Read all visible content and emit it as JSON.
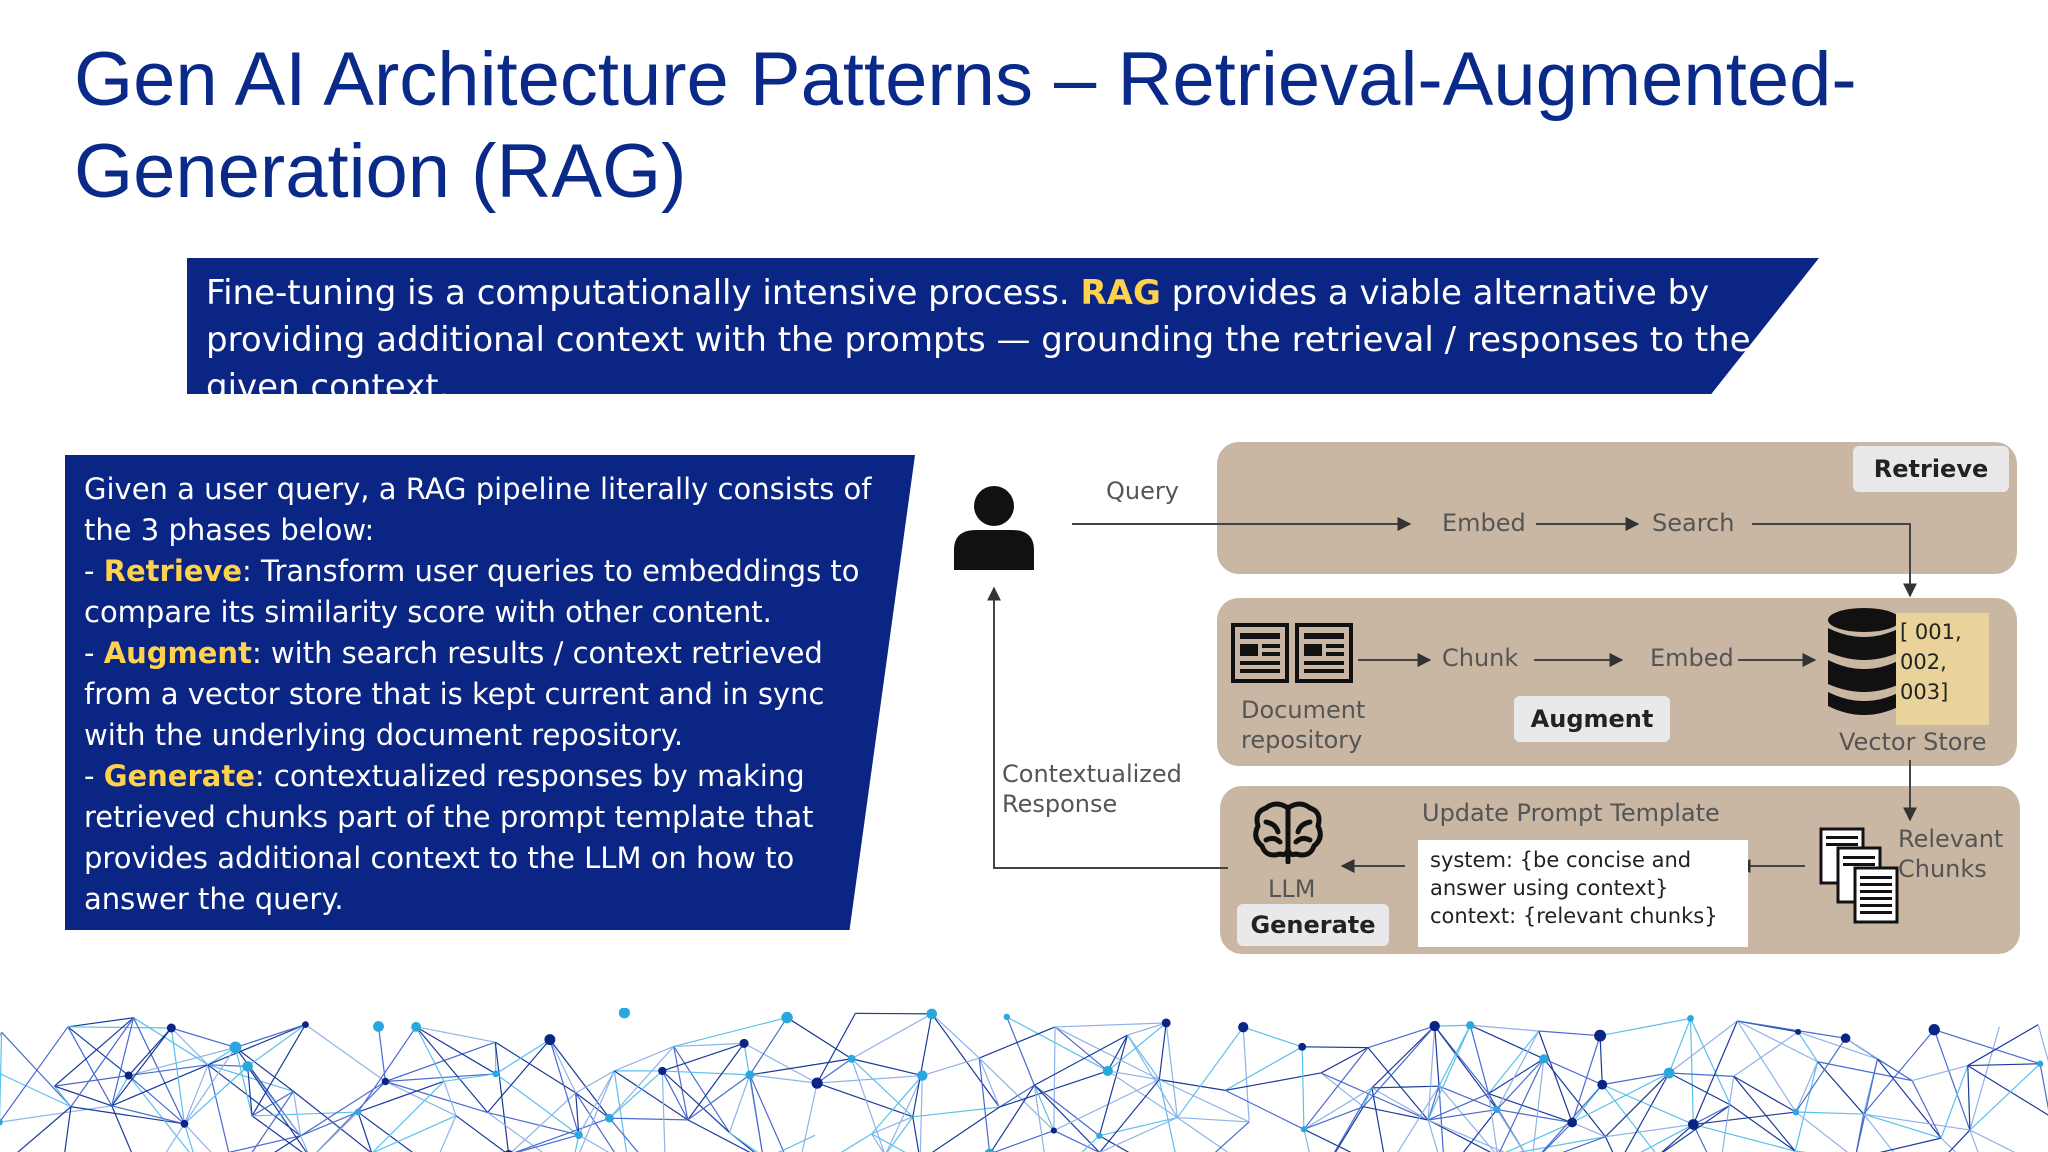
{
  "title": {
    "line1": "Gen AI Architecture Patterns – Retrieval-Augmented-",
    "line2": "Generation (RAG)"
  },
  "banner": {
    "text_before": "Fine-tuning is a computationally intensive process. ",
    "highlight": "RAG",
    "text_after": " provides a viable alternative by providing additional context with the prompts — grounding the retrieval / responses to the given context."
  },
  "phases": {
    "intro": "Given a user query, a RAG pipeline literally consists of the 3 phases below:",
    "items": [
      {
        "prefix": "- ",
        "name": "Retrieve",
        "text": ": Transform user queries to embeddings to compare its similarity score with other content."
      },
      {
        "prefix": "- ",
        "name": "Augment",
        "text": ": with search results / context retrieved from a vector store that is kept current and in sync with the underlying document repository."
      },
      {
        "prefix": "- ",
        "name": "Generate",
        "text": ": contextualized responses by making retrieved chunks part of the prompt template that provides additional context to the LLM on how to answer the query."
      }
    ]
  },
  "diagram": {
    "query": "Query",
    "retrieve_tag": "Retrieve",
    "embed_1": "Embed",
    "search": "Search",
    "document_line1": "Document",
    "document_line2": "repository",
    "chunk": "Chunk",
    "embed_2": "Embed",
    "augment_tag": "Augment",
    "vector_ids": [
      "[ 001,",
      "002,",
      "003]"
    ],
    "vector_store": "Vector Store",
    "contextualized_line1": "Contextualized",
    "contextualized_line2": "Response",
    "update_prompt": "Update Prompt Template",
    "prompt_lines": [
      "system: {be concise and",
      "answer using context}",
      "context: {relevant chunks}"
    ],
    "relevant_line1": "Relevant",
    "relevant_line2": "Chunks",
    "llm": "LLM",
    "generate_tag": "Generate"
  },
  "colors": {
    "title": "#0a2a8a",
    "box_fill": "#0a2583",
    "highlight": "#ffd24d",
    "lane_fill": "#c9b7a3",
    "ids_fill": "#e9d39b"
  },
  "icons": [
    "user-icon",
    "document-icon",
    "database-icon",
    "brain-icon",
    "stacked-documents-icon"
  ]
}
